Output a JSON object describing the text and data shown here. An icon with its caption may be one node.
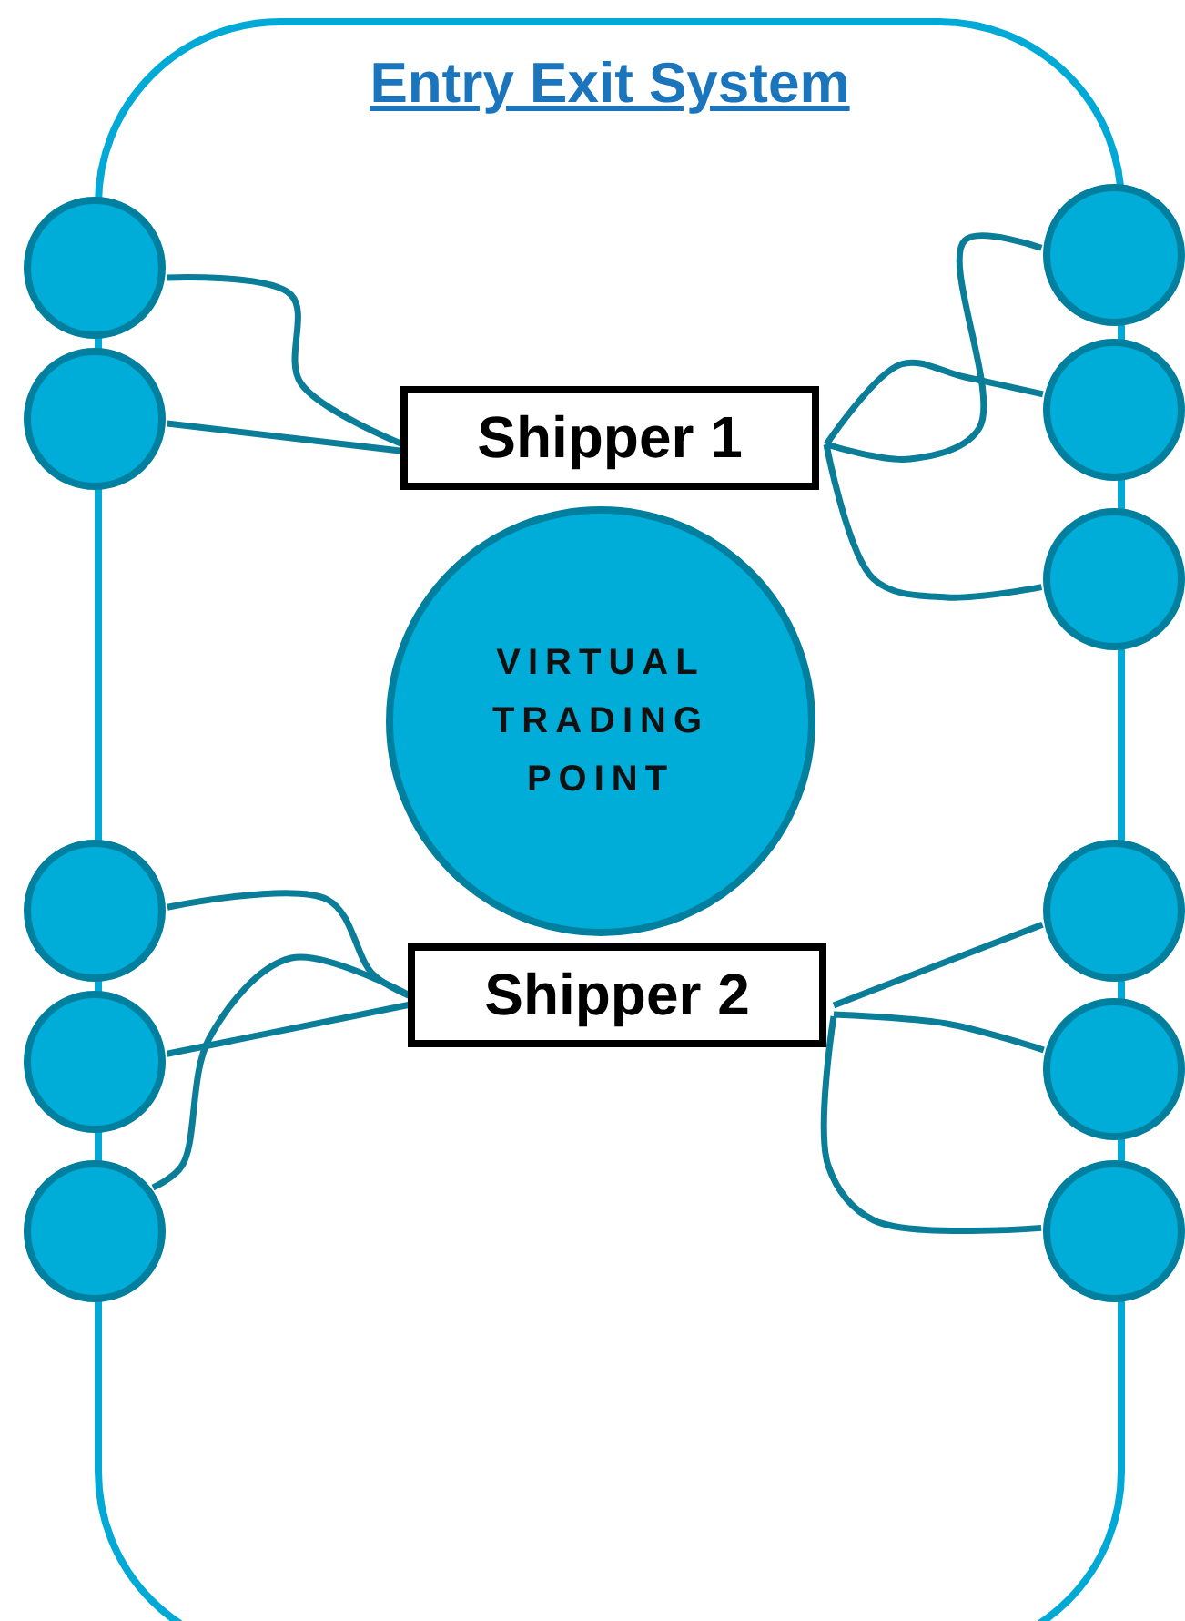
{
  "diagram": {
    "nodes": [
      {
        "text": [
          "Entry Exit System"
        ]
      },
      {
        "text": [],
        "shape": "circle"
      },
      {
        "text": [],
        "shape": "circle"
      },
      {
        "text": [],
        "shape": "circle"
      },
      {
        "text": [],
        "shape": "circle"
      },
      {
        "text": [],
        "shape": "circle"
      },
      {
        "text": [
          "Shipper 1"
        ],
        "in": 0
      },
      {
        "text": [
          "VIRTUAL TRADING POINT"
        ],
        "in": 0
      },
      {
        "text": [],
        "shape": "circle"
      },
      {
        "text": [],
        "shape": "circle"
      },
      {
        "text": [],
        "shape": "circle"
      },
      {
        "text": [],
        "shape": "circle"
      },
      {
        "text": [],
        "shape": "circle"
      },
      {
        "text": [],
        "shape": "circle"
      },
      {
        "text": [
          "Shipper 2"
        ],
        "in": 0
      }
    ],
    "edges": [
      {
        "from": 1,
        "to": 6,
        "arrow": "none"
      },
      {
        "from": 2,
        "to": 6,
        "arrow": "none"
      },
      {
        "from": 3,
        "to": 6,
        "arrow": "none"
      },
      {
        "from": 4,
        "to": 6,
        "arrow": "none"
      },
      {
        "from": 5,
        "to": 6,
        "arrow": "none"
      },
      {
        "from": 8,
        "to": 14,
        "arrow": "none"
      },
      {
        "from": 9,
        "to": 14,
        "arrow": "none"
      },
      {
        "from": 10,
        "to": 14,
        "arrow": "none"
      },
      {
        "from": 11,
        "to": 14,
        "arrow": "none"
      },
      {
        "from": 12,
        "to": 14,
        "arrow": "none"
      },
      {
        "from": 13,
        "to": 14,
        "arrow": "none"
      }
    ]
  }
}
